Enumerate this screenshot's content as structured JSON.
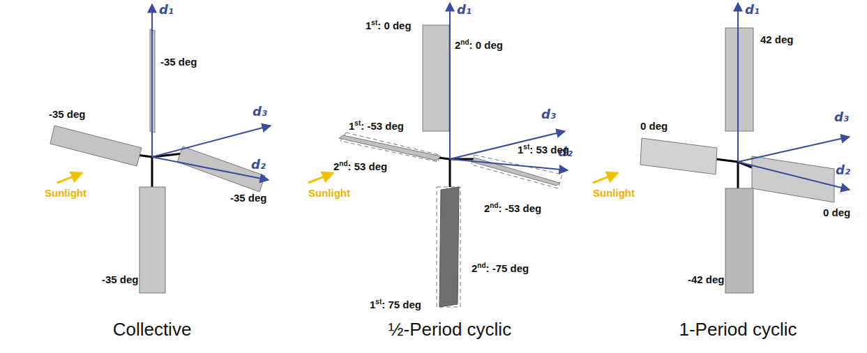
{
  "diagram": {
    "labels": [
      "d₁",
      "d₃",
      "d₂",
      "-35 deg",
      "-35 deg",
      "-35 deg",
      "-35 deg",
      "Sunlight",
      "Collective",
      "d₁",
      "d₃",
      "d₂",
      "1st: 0 deg",
      "2nd: 0 deg",
      "1st: -53 deg",
      "2nd: 53 deg",
      "1st: 53 deg",
      "2nd: -53 deg",
      "1st: 75 deg",
      "2nd: -75 deg",
      "Sunlight",
      "½-Period cyclic",
      "d₁",
      "d₃",
      "d₂",
      "42 deg",
      "0 deg",
      "0 deg",
      "-42 deg",
      "Sunlight",
      "1-Period cyclic"
    ]
  }
}
